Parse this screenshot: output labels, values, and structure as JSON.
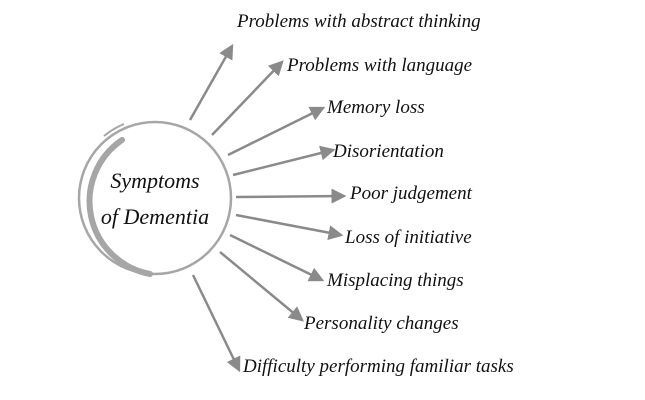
{
  "center": {
    "line1": "Symptoms",
    "line2": "of Dementia"
  },
  "symptoms": [
    "Problems with abstract thinking",
    "Problems with language",
    "Memory loss",
    "Disorientation",
    "Poor judgement",
    "Loss of initiative",
    "Misplacing things",
    "Personality changes",
    "Difficulty performing familiar tasks"
  ],
  "colors": {
    "arrow": "#8a8a8a",
    "ring": "#a6a6a6",
    "text": "#111111"
  }
}
